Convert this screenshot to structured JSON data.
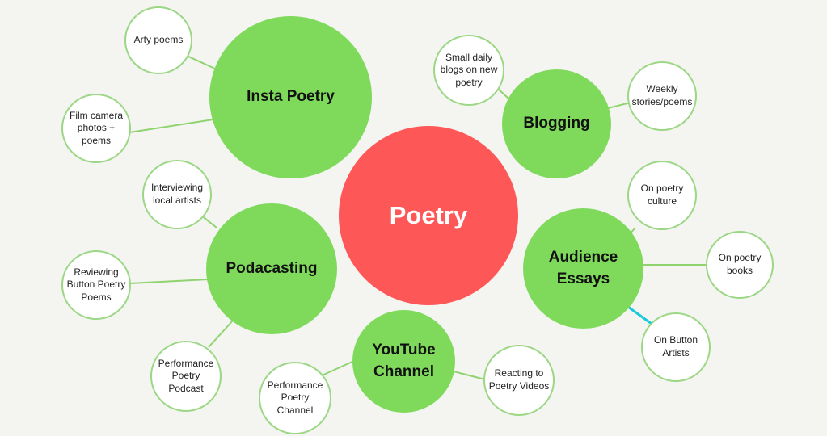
{
  "colors": {
    "background": "#f4f4f1",
    "center": "#fe5757",
    "topic": "#7fda5c",
    "leaf_border": "#9bd784",
    "connector": "#8fd470",
    "highlight_connector": "#19c9de"
  },
  "center": {
    "label": "Poetry"
  },
  "topics": {
    "insta_poetry": {
      "label": "Insta Poetry",
      "subtopics": [
        "Arty poems",
        "Film camera\nphotos +\npoems"
      ]
    },
    "blogging": {
      "label": "Blogging",
      "subtopics": [
        "Small daily\nblogs on new\npoetry",
        "Weekly\nstories/poems"
      ]
    },
    "podcasting": {
      "label": "Podacasting",
      "subtopics": [
        "Interviewing\nlocal artists",
        "Reviewing\nButton Poetry\nPoems",
        "Performance\nPoetry\nPodcast"
      ]
    },
    "audience_essays": {
      "label": "Audience\nEssays",
      "subtopics": [
        "On poetry\nculture",
        "On poetry\nbooks",
        "On Button\nArtists"
      ]
    },
    "youtube": {
      "label": "YouTube\nChannel",
      "subtopics": [
        "Performance\nPoetry\nChannel",
        "Reacting to\nPoetry Videos"
      ]
    }
  }
}
